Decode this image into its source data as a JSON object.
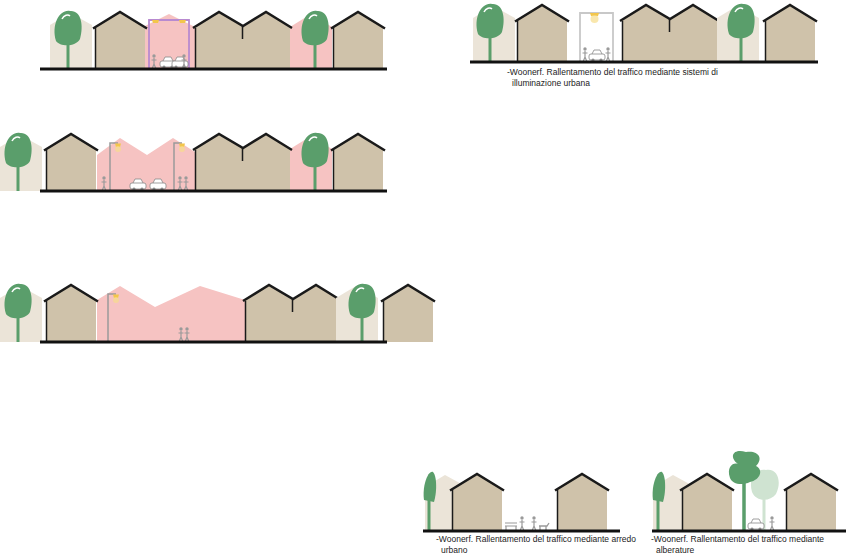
{
  "diagram": {
    "labels": [
      "-Woonerf. Rallentamento del traffico mediante sistemi di illuminazione urbana",
      "-Woonerf. Rallentamento del traffico mediante arredo urbano",
      "-Woonerf. Rallentamento del traffico mediante alberature"
    ]
  }
}
